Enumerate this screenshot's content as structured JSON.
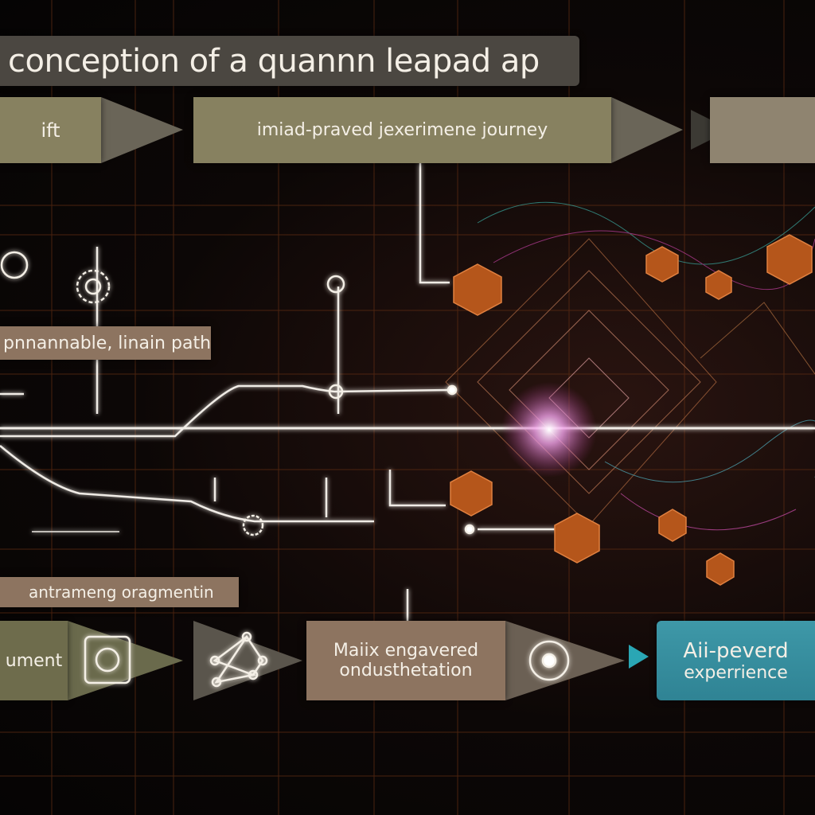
{
  "title": "conception of a quannn  leapad ap",
  "top_row": {
    "step1": "ift",
    "step2": "imiad-praved jexerimene journey"
  },
  "labels": {
    "path_label": "pnnannable, linain path",
    "segment_label": "antrameng oragmentin"
  },
  "bottom_row": {
    "step1": "ument",
    "step3_line1": "Maiix engavered",
    "step3_line2": "ondusthetation",
    "final_line1": "Aii-peverd",
    "final_line2": "experrience"
  },
  "colors": {
    "accent_orange": "#b5561b",
    "grid": "#5a2a12",
    "final_cyan": "#3a8fa0"
  }
}
